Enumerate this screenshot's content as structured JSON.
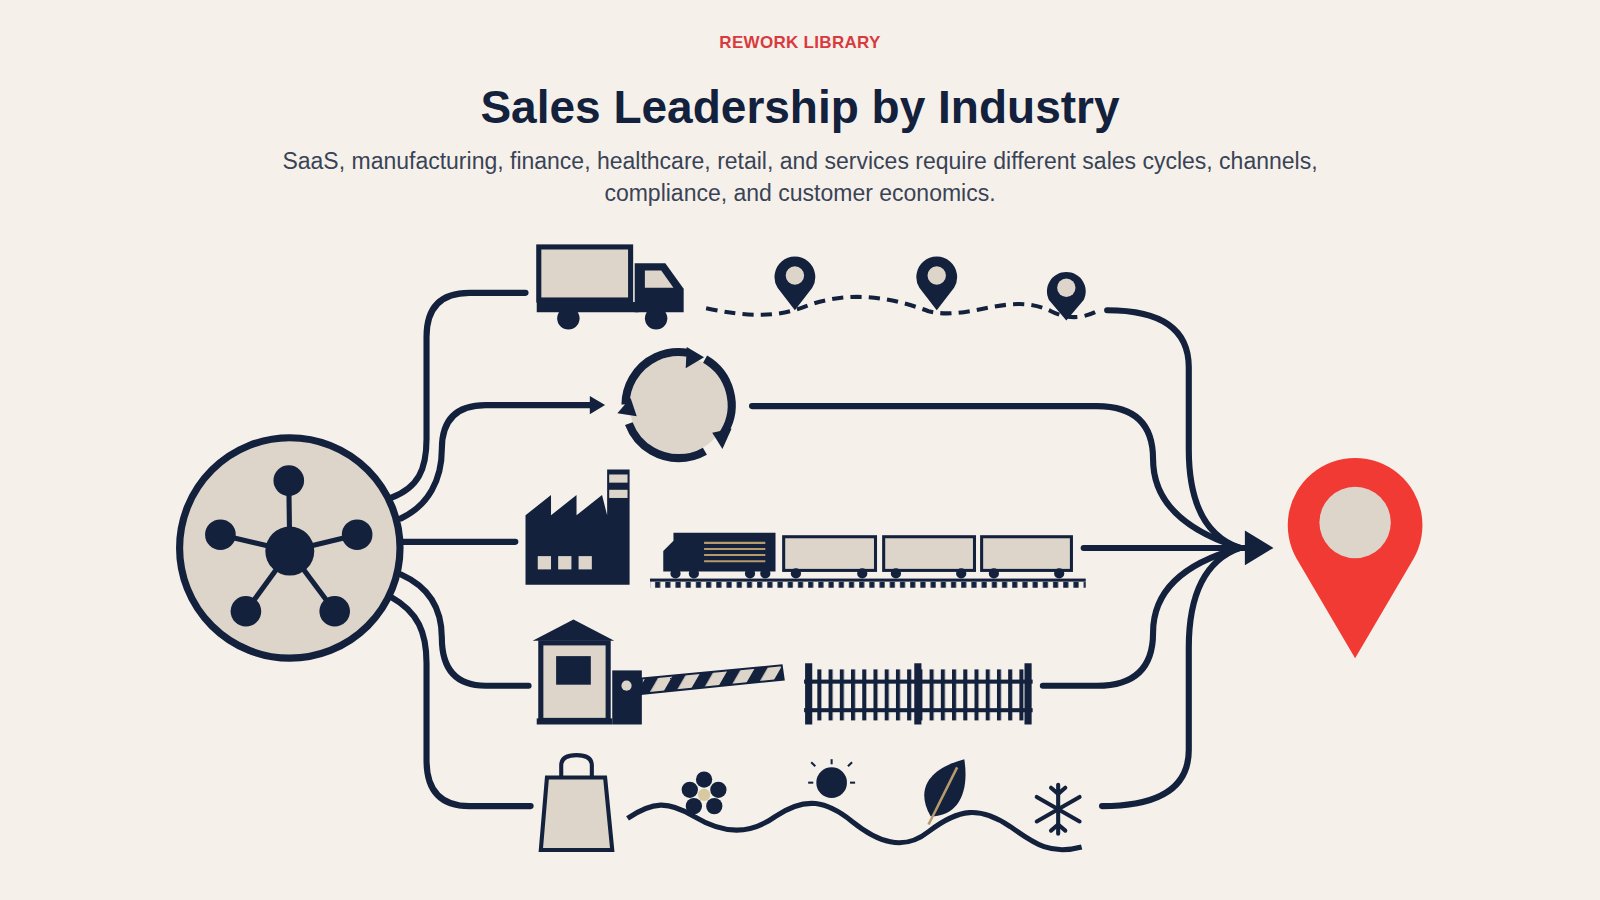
{
  "diagram": {
    "title": "Sales Leadership by Industry",
    "caption": "SaaS, manufacturing, finance, healthcare, retail, and services require different sales cycles, channels, compliance, and customer economics.",
    "labels": [
      "REWORK LIBRARY"
    ]
  }
}
